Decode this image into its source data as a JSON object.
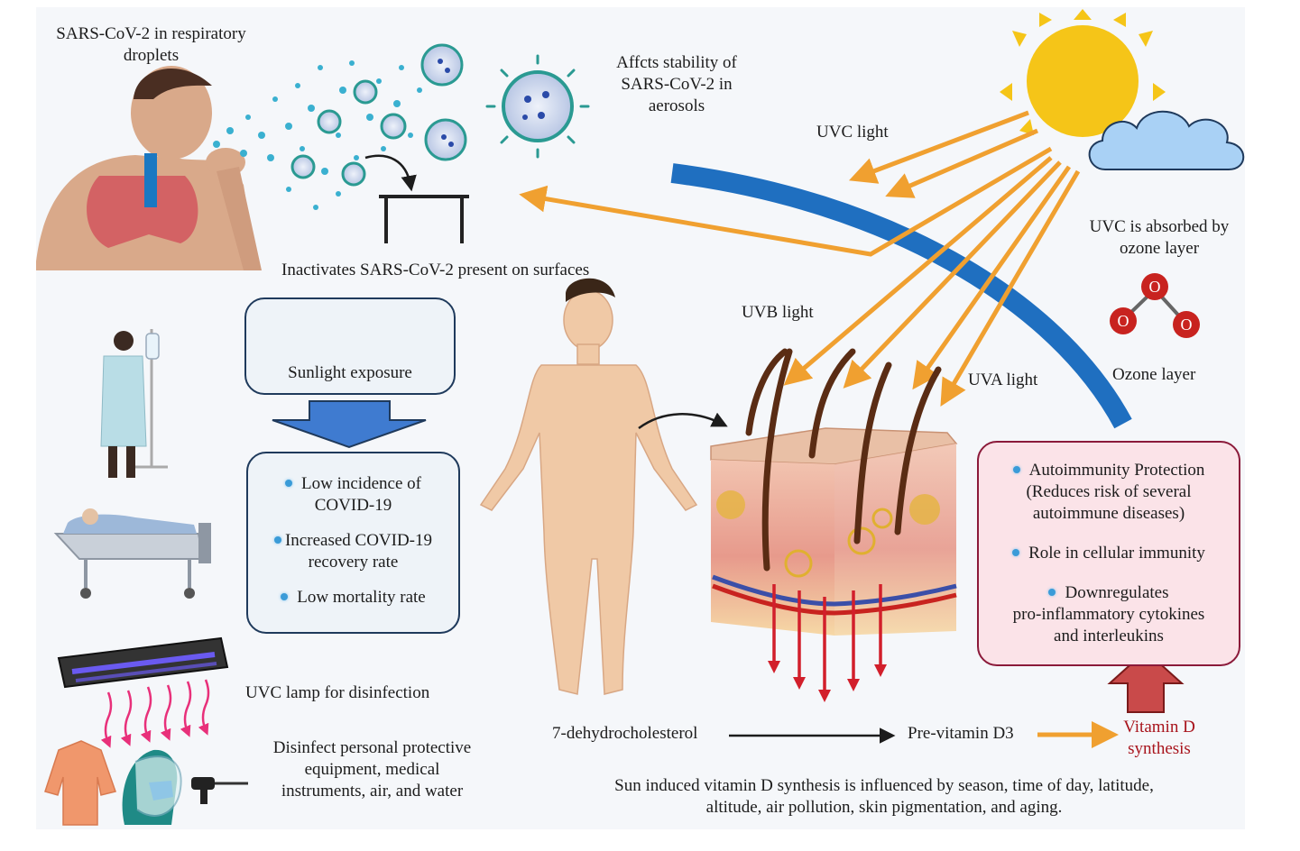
{
  "labels": {
    "sars_droplets_1": "SARS-CoV-2 in respiratory",
    "sars_droplets_2": "droplets",
    "aerosol_1": "Affcts stability of",
    "aerosol_2": "SARS-CoV-2 in",
    "aerosol_3": "aerosols",
    "uvc_light": "UVC light",
    "uvb_light": "UVB light",
    "uva_light": "UVA light",
    "uvc_absorbed_1": "UVC is absorbed by",
    "uvc_absorbed_2": "ozone layer",
    "ozone_layer": "Ozone layer",
    "ozone_atom": "O",
    "surfaces": "Inactivates SARS-CoV-2 present on surfaces",
    "sunlight_exposure": "Sunlight exposure",
    "uvc_lamp": "UVC lamp for disinfection",
    "disinfect_1": "Disinfect personal protective",
    "disinfect_2": "equipment, medical",
    "disinfect_3": "instruments, air, and water",
    "dehydro": "7-dehydrocholesterol",
    "previtd3": "Pre-vitamin D3",
    "vitd_1": "Vitamin D",
    "vitd_2": "synthesis",
    "footer_1": "Sun induced vitamin D synthesis is influenced by season, time of day, latitude,",
    "footer_2": "altitude, air pollution, skin pigmentation, and aging."
  },
  "outcomes": {
    "item1_line1": "Low incidence of",
    "item1_line2": "COVID-19",
    "item2_line1": "Increased COVID-19",
    "item2_line2": "recovery rate",
    "item3": "Low mortality rate"
  },
  "immunity": {
    "item1_line1": "Autoimmunity Protection",
    "item1_line2": "(Reduces risk of several",
    "item1_line3": "autoimmune diseases)",
    "item2": "Role in cellular immunity",
    "item3_line1": "Downregulates",
    "item3_line2": "pro-inflammatory cytokines",
    "item3_line3": "and interleukins"
  },
  "colors": {
    "uv_arrow": "#f0a030",
    "ozone_band": "#1f6fc0",
    "sun": "#f5c518",
    "cloud": "#a9d1f5",
    "red_arrow": "#d21f2b",
    "immunity_border": "#8b1a3a",
    "immunity_fill": "#fbe3e8",
    "outcome_fill": "#eef3f8",
    "outcome_border": "#1f3a5c",
    "vitd_text": "#a8141c"
  },
  "icons": [
    "coughing-man-icon",
    "virus-icon",
    "table-icon",
    "sun-icon",
    "cloud-icon",
    "ozone-molecule-icon",
    "human-body-icon",
    "skin-cross-section-icon",
    "iv-patient-icon",
    "hospital-bed-icon",
    "uvc-lamp-icon",
    "ppe-gown-icon",
    "face-shield-icon",
    "endoscope-icon"
  ]
}
